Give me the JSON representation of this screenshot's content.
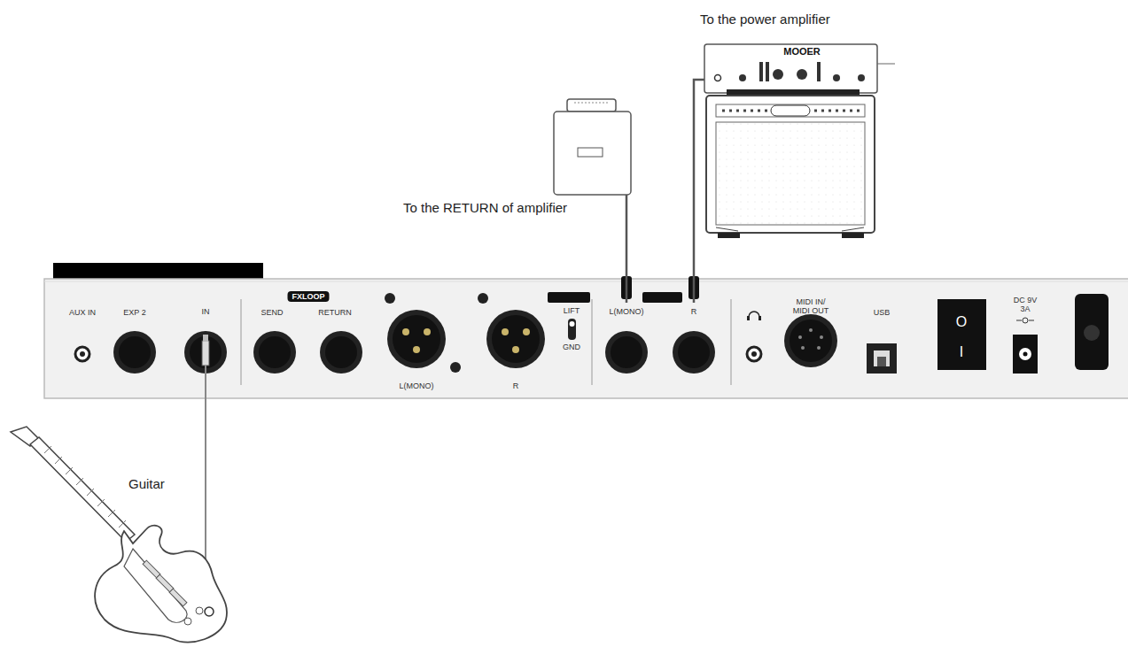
{
  "diagram": {
    "nodes": [
      {
        "text": [
          "To the power amplifier",
          "MOOER"
        ]
      },
      {
        "text": [
          "To the RETURN of amplifier"
        ]
      },
      {
        "text": [
          "IN"
        ]
      },
      {
        "text": [
          "L(MONO)"
        ]
      },
      {
        "text": [
          "R"
        ]
      },
      {
        "text": [
          "Guitar"
        ]
      }
    ],
    "edges": [
      {
        "from": 5,
        "to": 2,
        "arrow": "none"
      },
      {
        "from": 3,
        "to": 1,
        "arrow": "none"
      },
      {
        "from": 4,
        "to": 0,
        "arrow": "none"
      }
    ],
    "labels": [
      "AUX IN",
      "EXP 2",
      "FXLOOP",
      "SEND",
      "RETURN",
      "L(MONO)",
      "R",
      "LIFT",
      "GND",
      "MIDI IN/ MIDI OUT",
      "USB",
      "DC 9V 3A",
      "O",
      "I"
    ]
  }
}
